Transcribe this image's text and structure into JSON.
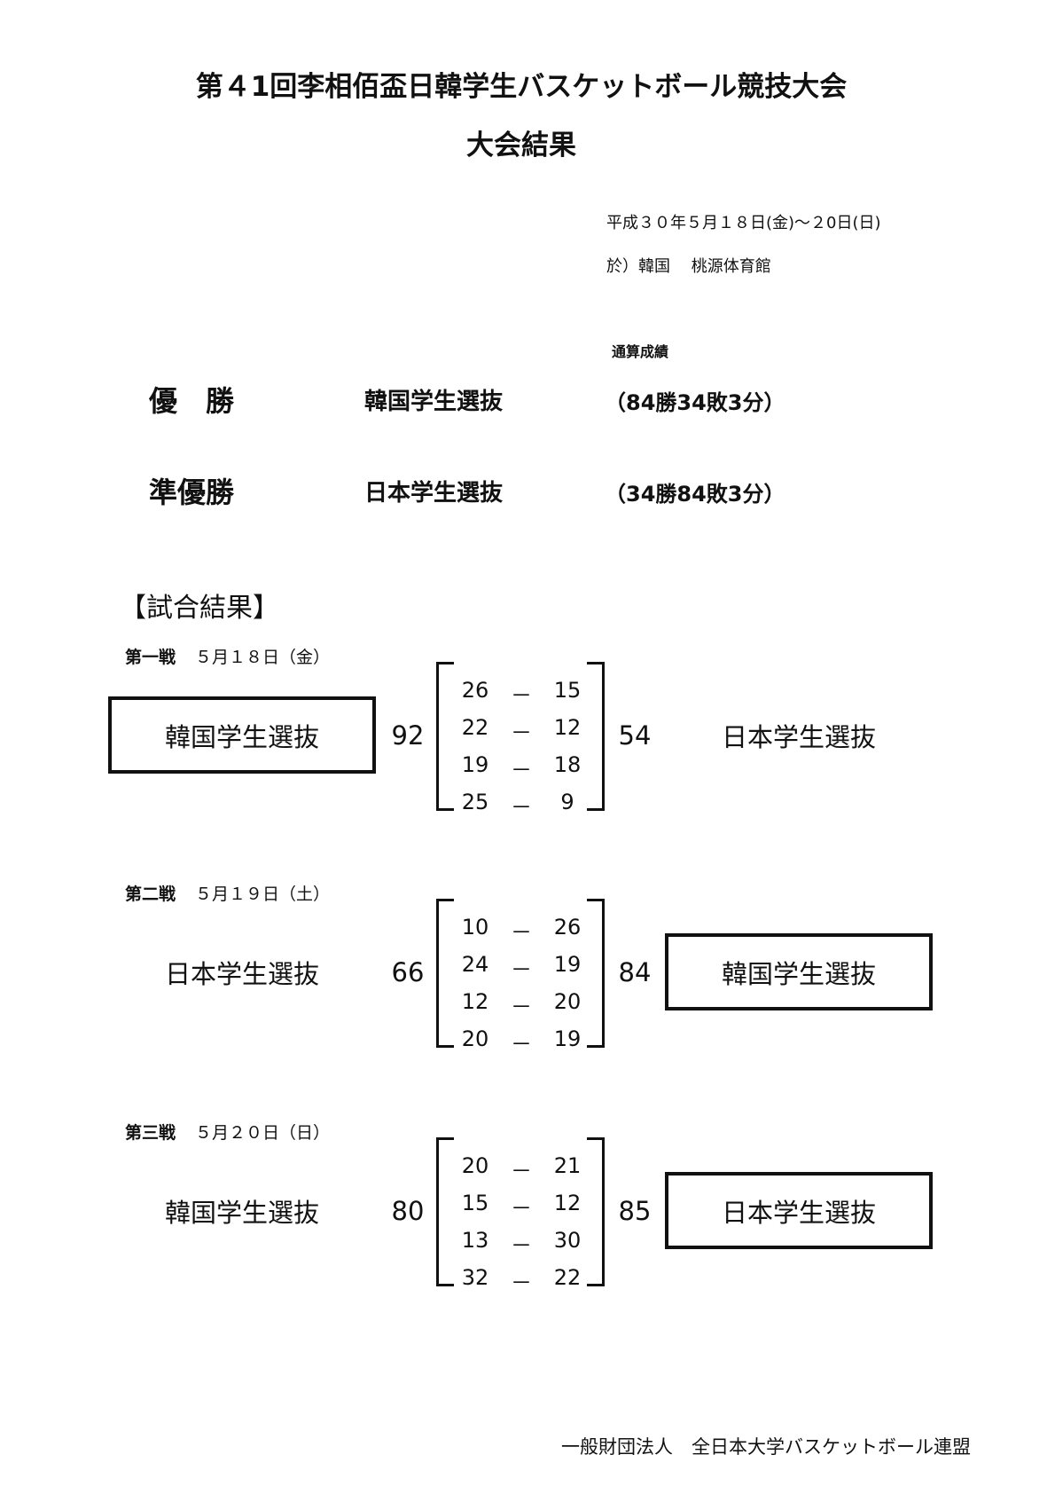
{
  "header": {
    "title": "第４1回李相佰盃日韓学生バスケットボール競技大会",
    "subtitle": "大会結果",
    "dates": "平成３０年５月１８日(金)～２0日(日)",
    "venue": "於）韓国　 桃源体育館"
  },
  "standings": {
    "record_header": "通算成績",
    "rows": [
      {
        "place": "優　勝",
        "team": "韓国学生選抜",
        "record": "（84勝34敗3分）"
      },
      {
        "place": "準優勝",
        "team": "日本学生選抜",
        "record": "（34勝84敗3分）"
      }
    ]
  },
  "results_heading": "【試合結果】",
  "games": [
    {
      "label": "第一戦",
      "date": "５月１８日（金）",
      "left_team": "韓国学生選抜",
      "left_total": "92",
      "right_team": "日本学生選抜",
      "right_total": "54",
      "winner": "left",
      "quarters": [
        [
          "26",
          "15"
        ],
        [
          "22",
          "12"
        ],
        [
          "19",
          "18"
        ],
        [
          "25",
          "9"
        ]
      ]
    },
    {
      "label": "第二戦",
      "date": "５月１９日（土）",
      "left_team": "日本学生選抜",
      "left_total": "66",
      "right_team": "韓国学生選抜",
      "right_total": "84",
      "winner": "right",
      "quarters": [
        [
          "10",
          "26"
        ],
        [
          "24",
          "19"
        ],
        [
          "12",
          "20"
        ],
        [
          "20",
          "19"
        ]
      ]
    },
    {
      "label": "第三戦",
      "date": "５月２０日（日）",
      "left_team": "韓国学生選抜",
      "left_total": "80",
      "right_team": "日本学生選抜",
      "right_total": "85",
      "winner": "right",
      "quarters": [
        [
          "20",
          "21"
        ],
        [
          "15",
          "12"
        ],
        [
          "13",
          "30"
        ],
        [
          "32",
          "22"
        ]
      ]
    }
  ],
  "dash": "－",
  "footer": "一般財団法人　全日本大学バスケットボール連盟"
}
